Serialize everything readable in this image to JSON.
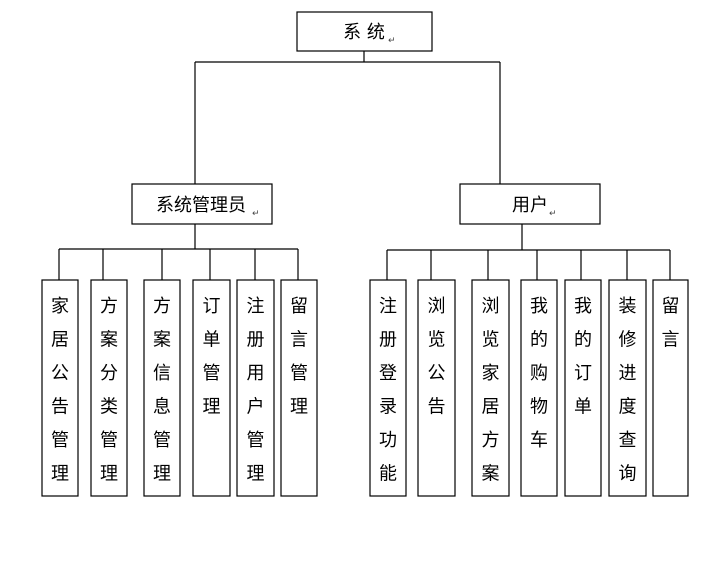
{
  "diagram": {
    "root": {
      "label": "系 统"
    },
    "groups": [
      {
        "label": "系统管理员",
        "children": [
          "家居公告管理",
          "方案分类管理",
          "方案信息管理",
          "订单管理",
          "注册用户管理",
          "留言管理"
        ]
      },
      {
        "label": "用户",
        "children": [
          "注册登录功能",
          "浏览公告",
          "浏览家居方案",
          "我的购物车",
          "我的订单",
          "装修进度查询",
          "留言"
        ]
      }
    ]
  }
}
